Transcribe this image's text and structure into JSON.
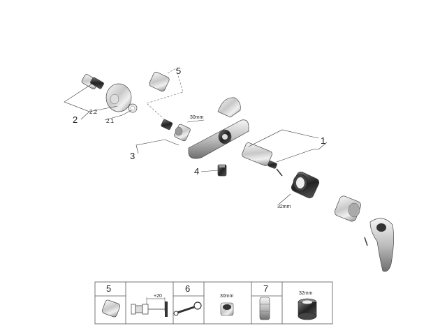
{
  "callouts": {
    "c1": "1",
    "c2": "2",
    "c2_1": "2.1",
    "c2_2": "2.2",
    "c3": "3",
    "c4": "4",
    "c5": "5"
  },
  "dimensions": {
    "nut_30": "30mm",
    "ring_32": "32mm"
  },
  "legend": {
    "cells": [
      {
        "number": "5",
        "sub_label": ""
      },
      {
        "number": "",
        "sub_label": "+20"
      },
      {
        "number": "6",
        "sub_label": ""
      },
      {
        "number": "",
        "sub_label": "30mm"
      },
      {
        "number": "7",
        "sub_label": ""
      },
      {
        "number": "",
        "sub_label": "32mm"
      }
    ]
  }
}
